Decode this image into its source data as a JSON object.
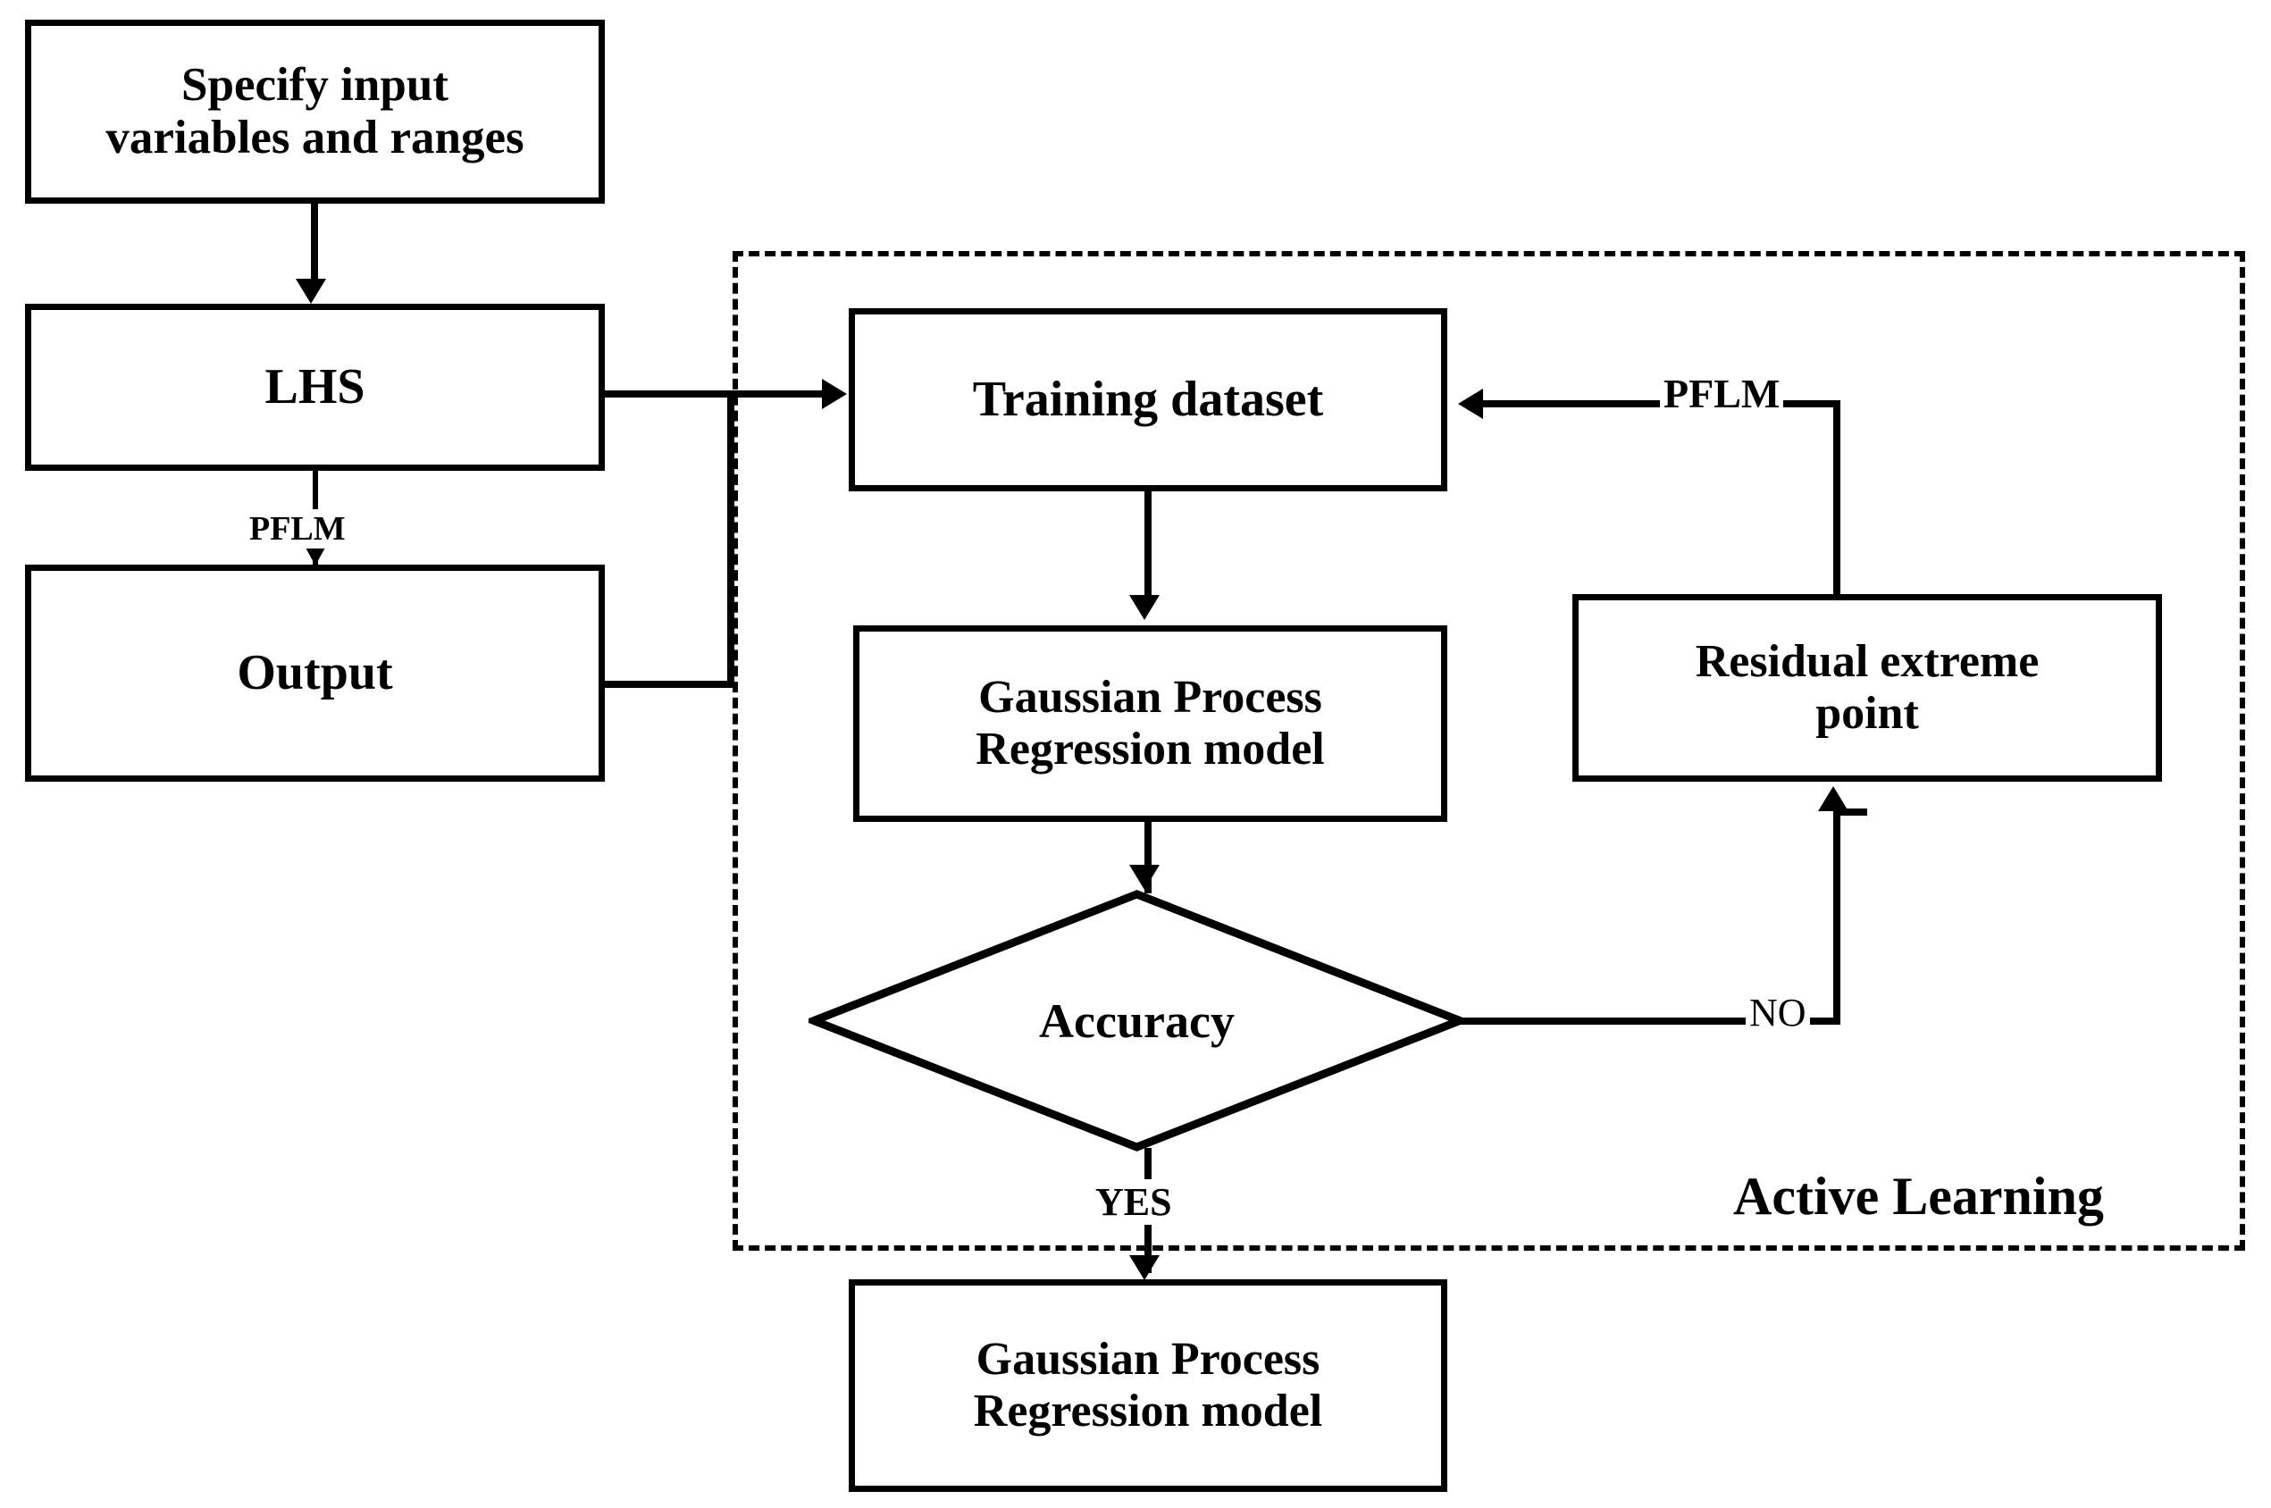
{
  "diagram": {
    "title": "Active Learning Gaussian Process Regression workflow",
    "colors": {
      "stroke": "#000000",
      "background": "#ffffff"
    },
    "nodes": {
      "specify_input": {
        "line1": "Specify input",
        "line2": "variables and ranges"
      },
      "lhs": {
        "label": "LHS"
      },
      "output": {
        "label": "Output"
      },
      "training_dataset": {
        "label": "Training dataset"
      },
      "gpr_inner": {
        "line1": "Gaussian Process",
        "line2": "Regression model"
      },
      "residual_extreme_point": {
        "line1": "Residual extreme",
        "line2": "point"
      },
      "accuracy": {
        "label": "Accuracy"
      },
      "gpr_final": {
        "line1": "Gaussian Process",
        "line2": "Regression model"
      }
    },
    "group": {
      "label": "Active Learning"
    },
    "edge_labels": {
      "pflm_left": "PFLM",
      "pflm_right": "PFLM",
      "no": "NO",
      "yes": "YES"
    }
  }
}
